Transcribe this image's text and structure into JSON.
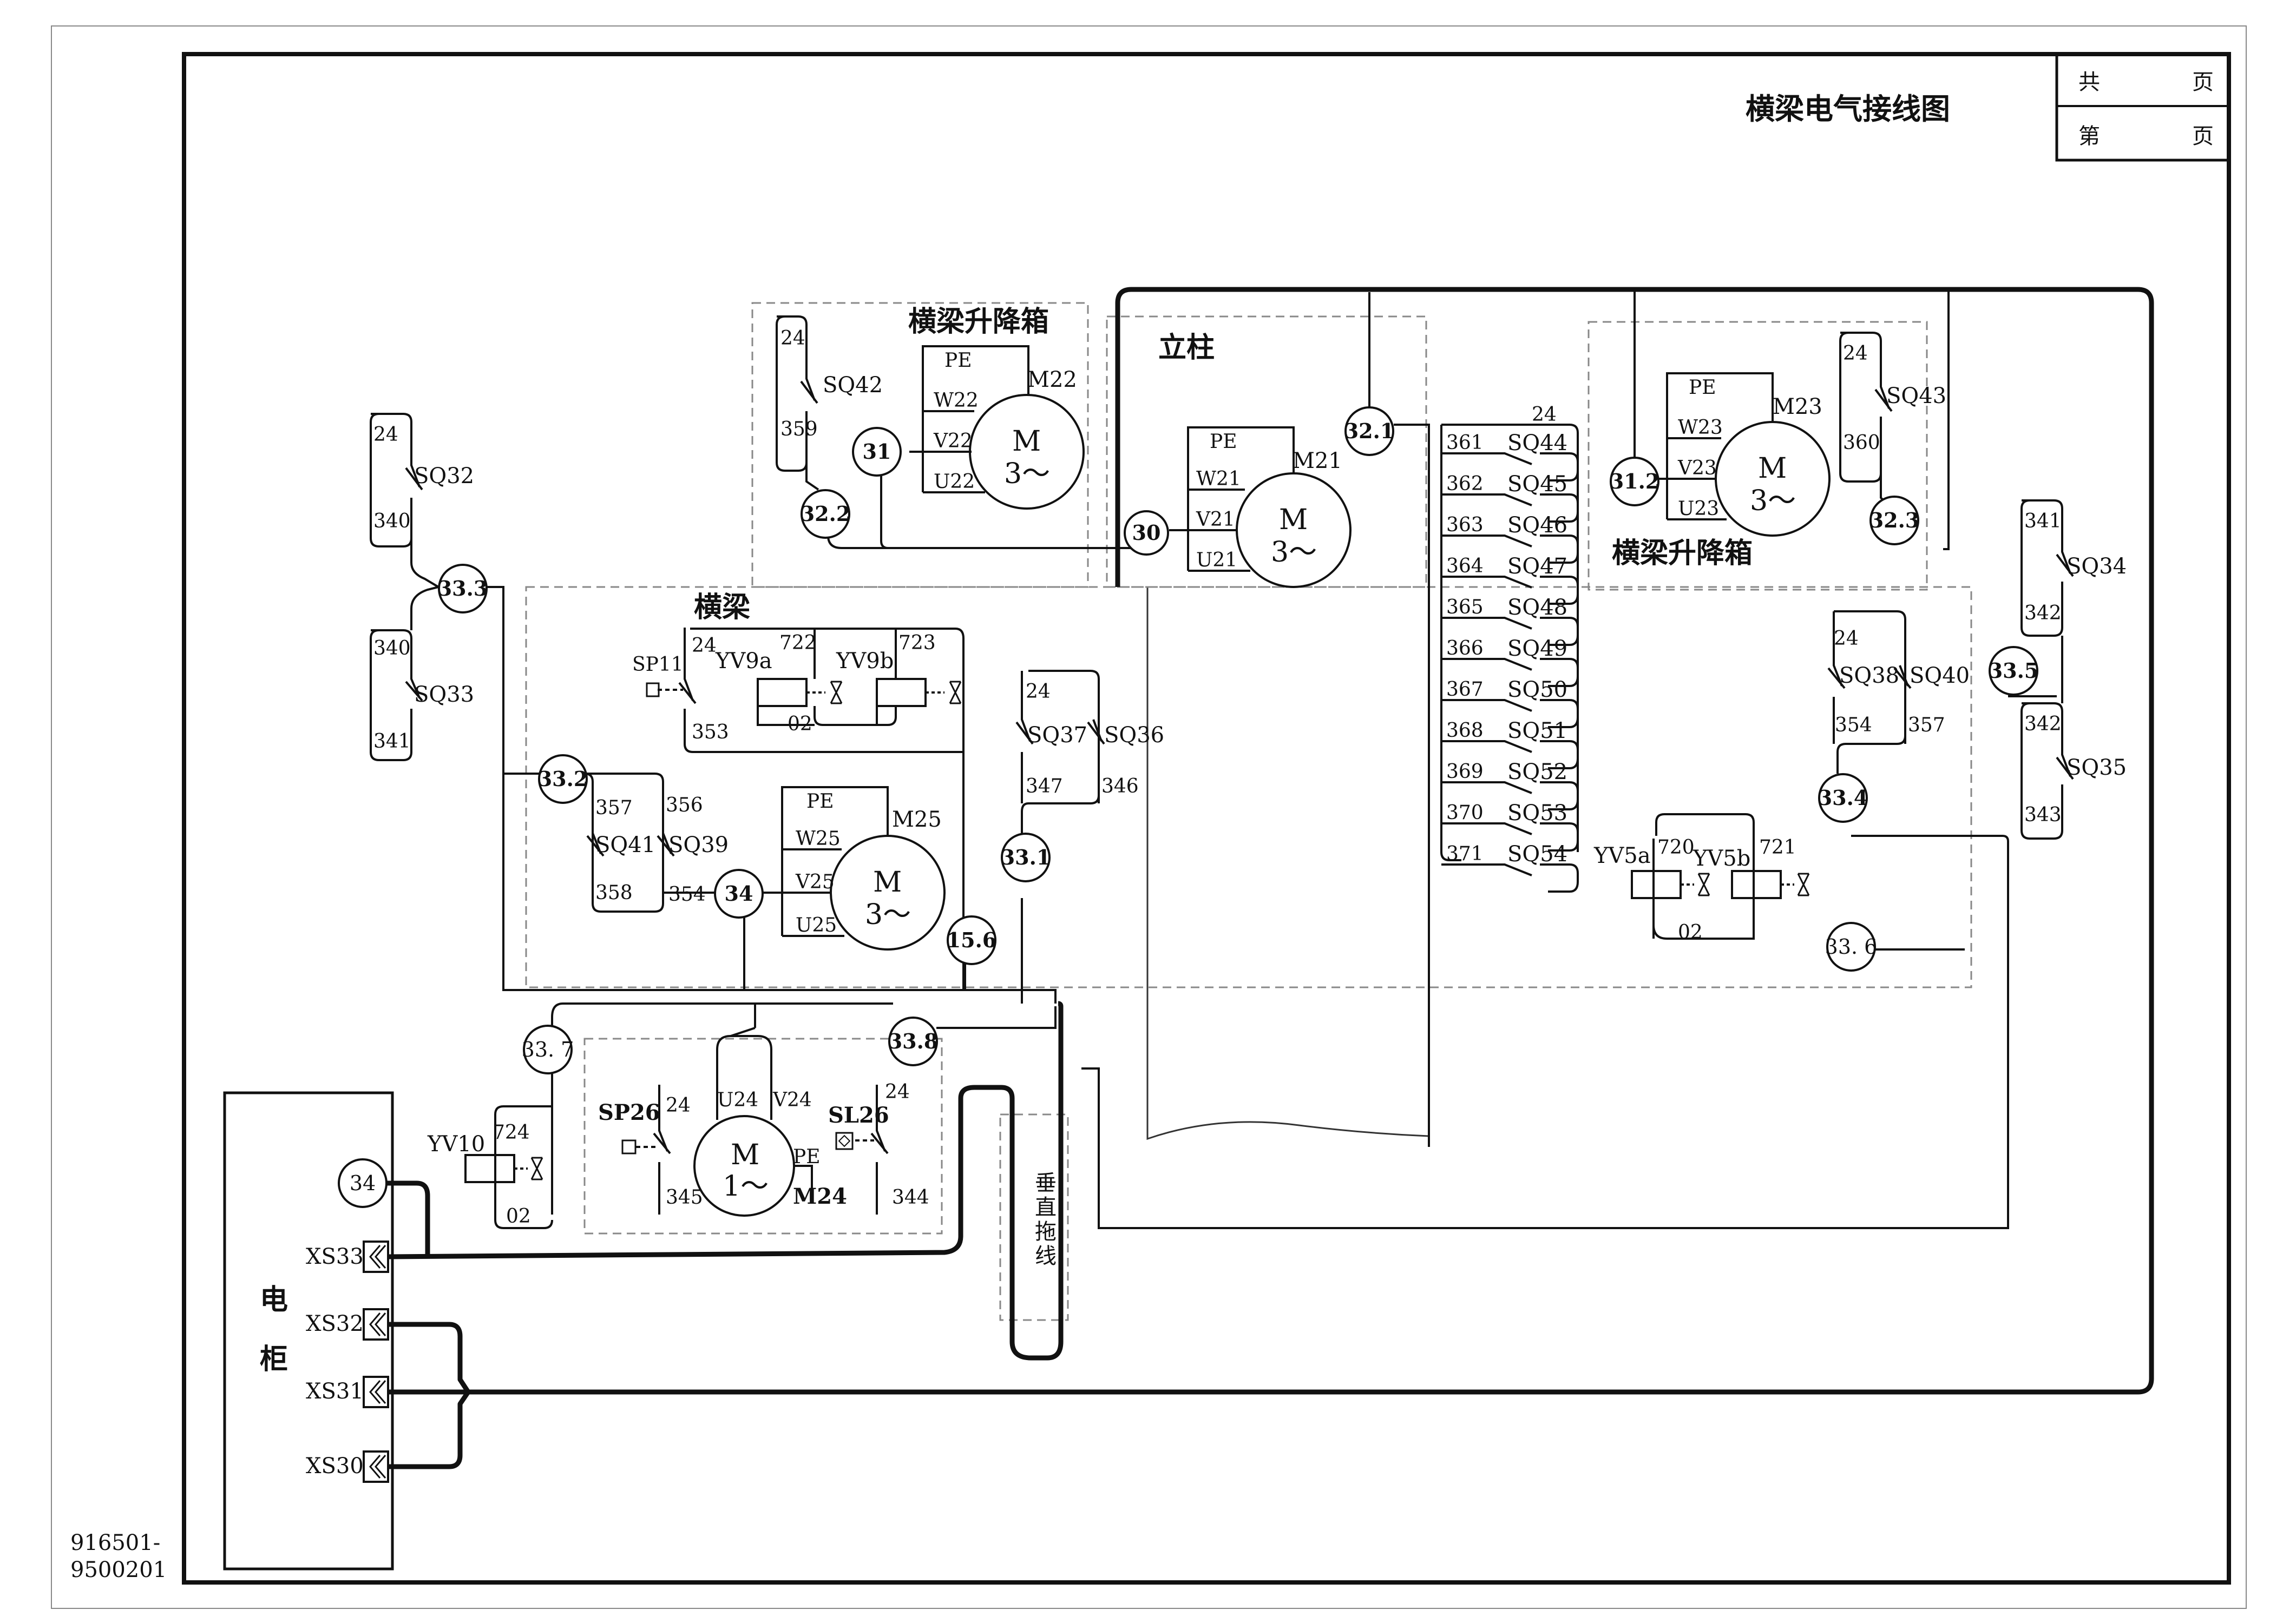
{
  "title": "横梁电气接线图",
  "title_block": {
    "total": "共",
    "sheet": "第",
    "page1": "页",
    "page2": "页"
  },
  "drawing_no": {
    "line1": "916501-",
    "line2": "9500201"
  },
  "regions": {
    "lift_box_left": "横梁升降箱",
    "lift_box_right": "横梁升降箱",
    "column": "立柱",
    "crossbeam": "横梁",
    "cabinet_1": "电",
    "cabinet_2": "柜",
    "drag_chain_1": "垂",
    "drag_chain_2": "直",
    "drag_chain_3": "拖",
    "drag_chain_4": "线"
  },
  "nodes": {
    "n31": "31",
    "n32_2": "32.2",
    "n30": "30",
    "n32_1": "32.1",
    "n31_2": "31.2",
    "n32_3": "32.3",
    "n33_3": "33.3",
    "n33_2": "33.2",
    "n34a": "34",
    "n15_6": "15.6",
    "n33_1": "33.1",
    "n33_7": "33. 7",
    "n33_8": "33.8",
    "n34b": "34",
    "n33_4": "33.4",
    "n33_5": "33.5",
    "n33_6": "33. 6"
  },
  "motors": {
    "m22": {
      "name": "M22",
      "pe": "PE",
      "w": "W22",
      "v": "V22",
      "u": "U22",
      "m": "M",
      "phase": "3～"
    },
    "m21": {
      "name": "M21",
      "pe": "PE",
      "w": "W21",
      "v": "V21",
      "u": "U21",
      "m": "M",
      "phase": "3～"
    },
    "m23": {
      "name": "M23",
      "pe": "PE",
      "w": "W23",
      "v": "V23",
      "u": "U23",
      "m": "M",
      "phase": "3～"
    },
    "m25": {
      "name": "M25",
      "pe": "PE",
      "w": "W25",
      "v": "V25",
      "u": "U25",
      "m": "M",
      "phase": "3～"
    },
    "m24": {
      "name": "M24",
      "pe": "PE",
      "u": "U24",
      "v": "V24",
      "m": "M",
      "phase": "1～"
    }
  },
  "switches": {
    "sq42": {
      "name": "SQ42",
      "top": "24",
      "bottom": "359"
    },
    "sq32": {
      "name": "SQ32",
      "top": "24",
      "bottom": "340"
    },
    "sq33": {
      "name": "SQ33",
      "top": "340",
      "bottom": "341"
    },
    "sq43": {
      "name": "SQ43",
      "top": "24",
      "bottom": "360"
    },
    "sq34": {
      "name": "SQ34",
      "top": "341",
      "bottom": "342"
    },
    "sq35": {
      "name": "SQ35",
      "top": "342",
      "bottom": "343"
    },
    "sq37": {
      "name": "SQ37",
      "top": "24",
      "bottom": "347"
    },
    "sq36": {
      "name": "SQ36",
      "bottom": "346"
    },
    "sq41": {
      "name": "SQ41",
      "top": "357",
      "bottom": "358"
    },
    "sq39": {
      "name": "SQ39",
      "top": "356",
      "bottom": "354"
    },
    "sq38": {
      "name": "SQ38",
      "top": "24",
      "bottom": "354"
    },
    "sq40": {
      "name": "SQ40",
      "bottom": "357"
    }
  },
  "sq_bank": {
    "top": "24",
    "rows": [
      {
        "wire": "361",
        "name": "SQ44"
      },
      {
        "wire": "362",
        "name": "SQ45"
      },
      {
        "wire": "363",
        "name": "SQ46"
      },
      {
        "wire": "364",
        "name": "SQ47"
      },
      {
        "wire": "365",
        "name": "SQ48"
      },
      {
        "wire": "366",
        "name": "SQ49"
      },
      {
        "wire": "367",
        "name": "SQ50"
      },
      {
        "wire": "368",
        "name": "SQ51"
      },
      {
        "wire": "369",
        "name": "SQ52"
      },
      {
        "wire": "370",
        "name": "SQ53"
      },
      {
        "wire": "371",
        "name": "SQ54"
      }
    ]
  },
  "valves": {
    "sp11": "SP11",
    "w24a": "24",
    "yv9a": "YV9a",
    "w722": "722",
    "yv9b": "YV9b",
    "w723": "723",
    "w353": "353",
    "w02a": "02",
    "yv5a": "YV5a",
    "w720": "720",
    "yv5b": "YV5b",
    "w721": "721",
    "w02b": "02",
    "yv10": "YV10",
    "w724": "724",
    "w02c": "02"
  },
  "pump": {
    "sp26": "SP26",
    "w24b": "24",
    "w345": "345",
    "sl26": "SL26",
    "w24c": "24",
    "w344": "344"
  },
  "sockets": [
    "XS33",
    "XS32",
    "XS31",
    "XS30"
  ]
}
